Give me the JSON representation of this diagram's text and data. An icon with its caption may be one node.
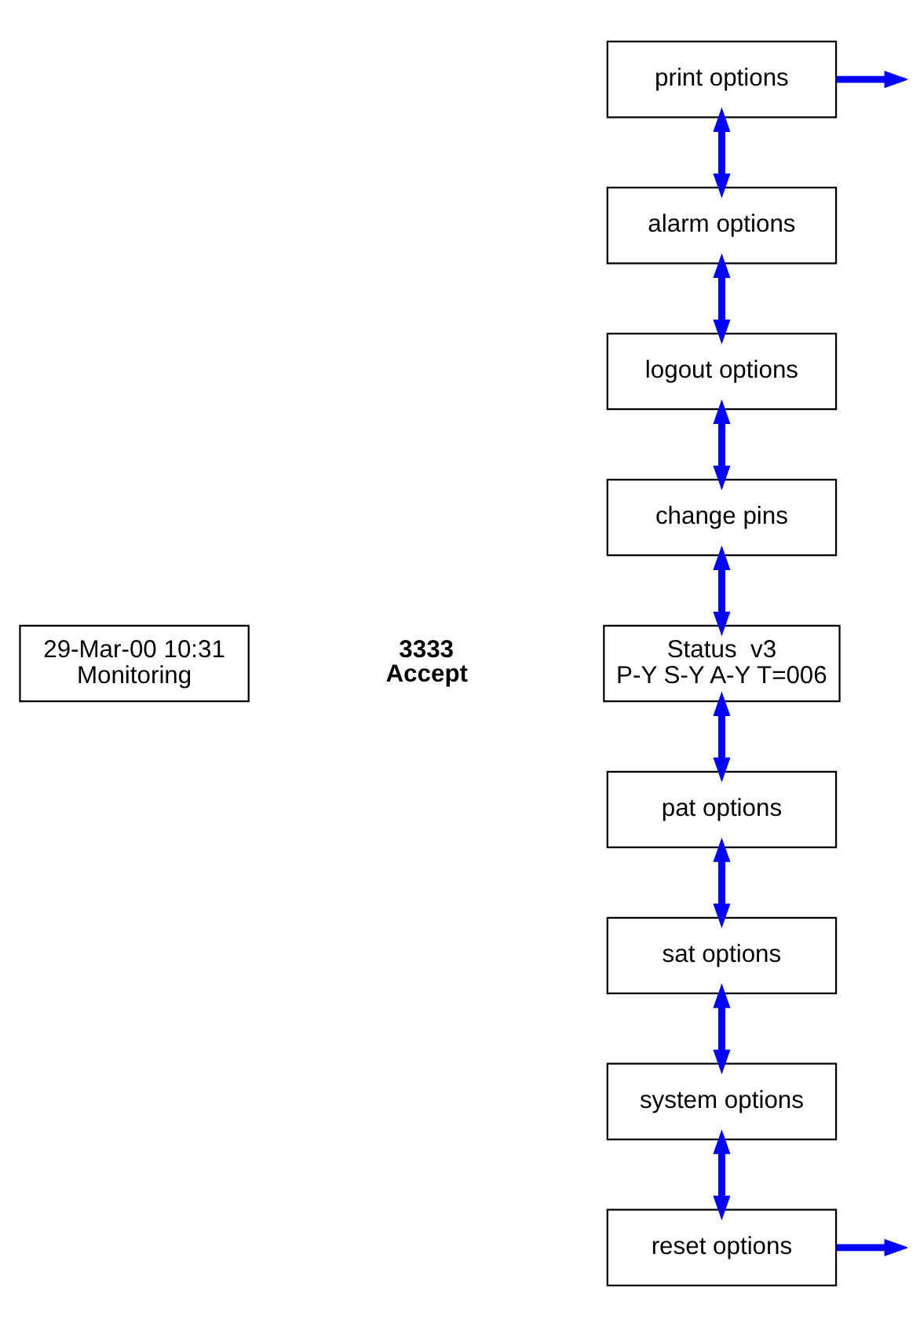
{
  "diagram": {
    "nodes": [
      {
        "text": [
          "print options"
        ]
      },
      {
        "text": [
          "alarm options"
        ]
      },
      {
        "text": [
          "logout options"
        ]
      },
      {
        "text": [
          "change pins"
        ]
      },
      {
        "text": [
          "29-Mar-00 10:31",
          "Monitoring"
        ]
      },
      {
        "text": [
          "Status  v3",
          "P-Y S-Y A-Y T=006"
        ]
      },
      {
        "text": [
          "pat options"
        ]
      },
      {
        "text": [
          "sat options"
        ]
      },
      {
        "text": [
          "system options"
        ]
      },
      {
        "text": [
          "reset options"
        ]
      }
    ],
    "edges": [
      {
        "from": 0,
        "to": 1,
        "arrow": "both"
      },
      {
        "from": 1,
        "to": 2,
        "arrow": "both"
      },
      {
        "from": 2,
        "to": 3,
        "arrow": "both"
      },
      {
        "from": 3,
        "to": 5,
        "arrow": "both"
      },
      {
        "from": 5,
        "to": 6,
        "arrow": "both"
      },
      {
        "from": 6,
        "to": 7,
        "arrow": "both"
      },
      {
        "from": 7,
        "to": 8,
        "arrow": "both"
      },
      {
        "from": 8,
        "to": 9,
        "arrow": "both"
      },
      {
        "from": 0,
        "to": null,
        "arrow": "to"
      },
      {
        "from": 9,
        "to": null,
        "arrow": "to"
      }
    ],
    "labels": [
      "3333",
      "Accept"
    ]
  }
}
